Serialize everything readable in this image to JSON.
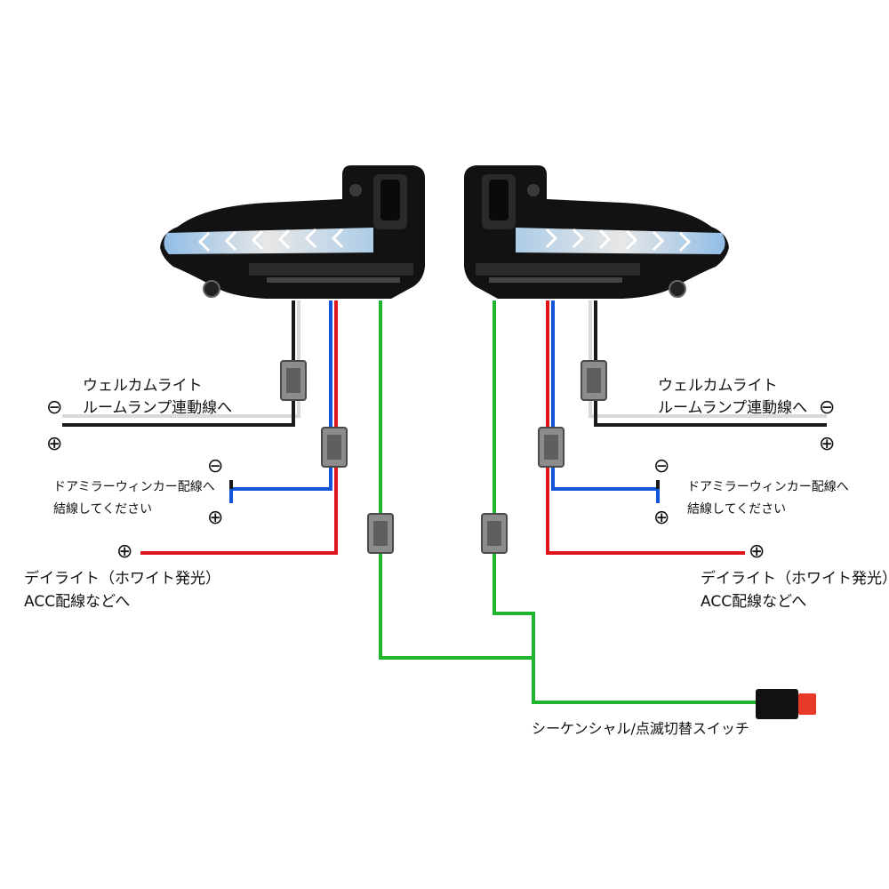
{
  "colors": {
    "wire_black": "#1a1a1a",
    "wire_white": "#d9d9d9",
    "wire_red": "#e0141c",
    "wire_blue": "#1454d8",
    "wire_green": "#21b431",
    "connector": "#8c8c8c",
    "lamp_body": "#111111",
    "led_glow": "#dff3ff",
    "switch_red": "#e83a2a"
  },
  "symbols": {
    "minus": "⊖",
    "plus": "⊕"
  },
  "left": {
    "welcome_line1": "ウェルカムライト",
    "welcome_line2": "ルームランプ連動線へ",
    "door_line1": "ドアミラーウィンカー配線へ",
    "door_line2": "結線してください",
    "day_line1": "デイライト（ホワイト発光）",
    "day_line2": "ACC配線などへ"
  },
  "right": {
    "welcome_line1": "ウェルカムライト",
    "welcome_line2": "ルームランプ連動線へ",
    "door_line1": "ドアミラーウィンカー配線へ",
    "door_line2": "結線してください",
    "day_line1": "デイライト（ホワイト発光）",
    "day_line2": "ACC配線などへ"
  },
  "switch_label": "シーケンシャル/点滅切替スイッチ"
}
